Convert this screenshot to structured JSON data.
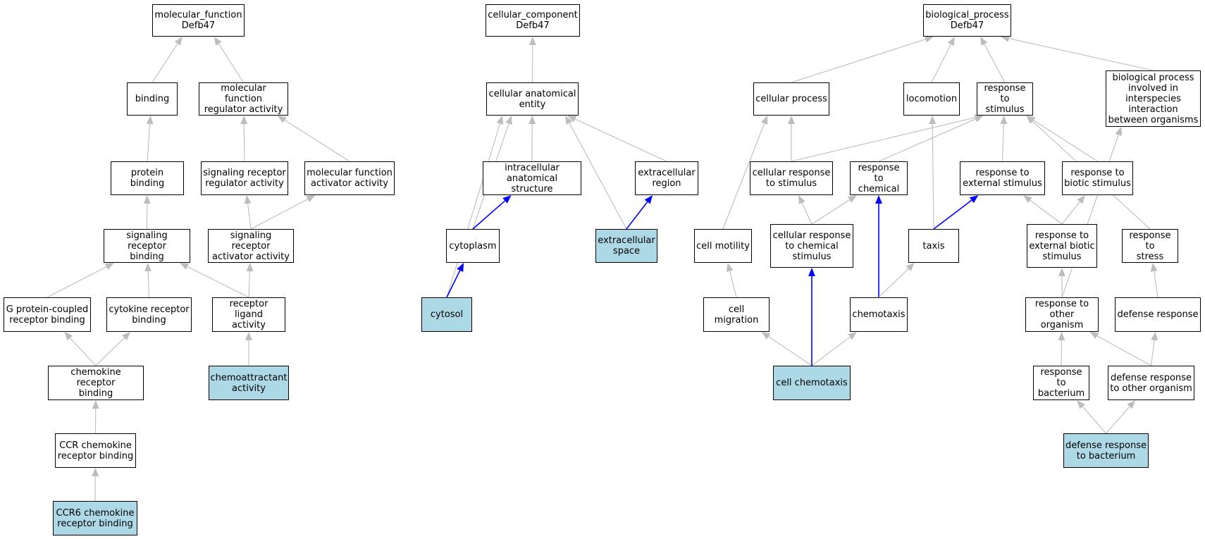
{
  "colors": {
    "highlight_fill": "#add8e6",
    "edge_gray": "#bdbdbd",
    "edge_blue": "#0000ff",
    "border": "#000000"
  },
  "nodes": {
    "mf_root": "molecular_function\nDefb47",
    "binding": "binding",
    "mf_regulator": "molecular function\nregulator activity",
    "protein_binding": "protein binding",
    "sig_rec_regulator": "signaling receptor\nregulator activity",
    "mf_activator": "molecular function\nactivator activity",
    "sig_rec_binding": "signaling receptor\nbinding",
    "sig_rec_activator": "signaling receptor\nactivator activity",
    "gpcr_binding": "G protein-coupled\nreceptor binding",
    "cytokine_rec_binding": "cytokine receptor\nbinding",
    "receptor_ligand": "receptor ligand\nactivity",
    "chemokine_rec_binding": "chemokine receptor\nbinding",
    "chemoattractant": "chemoattractant\nactivity",
    "ccr_binding": "CCR chemokine\nreceptor binding",
    "ccr6_binding": "CCR6 chemokine\nreceptor binding",
    "cc_root": "cellular_component\nDefb47",
    "cae": "cellular anatomical\nentity",
    "intracellular": "intracellular\nanatomical structure",
    "extracellular_region": "extracellular\nregion",
    "cytoplasm": "cytoplasm",
    "extracellular_space": "extracellular\nspace",
    "cytosol": "cytosol",
    "bp_root": "biological_process\nDefb47",
    "cellular_process": "cellular process",
    "locomotion": "locomotion",
    "response_stimulus": "response to\nstimulus",
    "bp_interspecies": "biological process\ninvolved in\ninterspecies\ninteraction\nbetween organisms",
    "cell_resp_stimulus": "cellular response\nto stimulus",
    "resp_chemical": "response to\nchemical",
    "resp_external": "response to\nexternal stimulus",
    "resp_biotic": "response to\nbiotic stimulus",
    "cell_motility": "cell motility",
    "cell_resp_chemical": "cellular response\nto chemical\nstimulus",
    "taxis": "taxis",
    "resp_ext_biotic": "response to\nexternal biotic\nstimulus",
    "resp_stress": "response to\nstress",
    "cell_migration": "cell migration",
    "chemotaxis": "chemotaxis",
    "resp_other_org": "response to\nother organism",
    "defense_response": "defense response",
    "cell_chemotaxis": "cell chemotaxis",
    "resp_bacterium": "response to\nbacterium",
    "defense_other_org": "defense response\nto other organism",
    "defense_bacterium": "defense response\nto bacterium"
  },
  "highlighted": [
    "ccr6_binding",
    "chemoattractant",
    "cytosol",
    "extracellular_space",
    "cell_chemotaxis",
    "defense_bacterium"
  ],
  "edges": [
    {
      "from": "binding",
      "to": "mf_root",
      "color": "gray"
    },
    {
      "from": "mf_regulator",
      "to": "mf_root",
      "color": "gray"
    },
    {
      "from": "protein_binding",
      "to": "binding",
      "color": "gray"
    },
    {
      "from": "sig_rec_regulator",
      "to": "mf_regulator",
      "color": "gray"
    },
    {
      "from": "mf_activator",
      "to": "mf_regulator",
      "color": "gray"
    },
    {
      "from": "sig_rec_binding",
      "to": "protein_binding",
      "color": "gray"
    },
    {
      "from": "sig_rec_activator",
      "to": "sig_rec_regulator",
      "color": "gray"
    },
    {
      "from": "sig_rec_activator",
      "to": "mf_activator",
      "color": "gray"
    },
    {
      "from": "gpcr_binding",
      "to": "sig_rec_binding",
      "color": "gray"
    },
    {
      "from": "cytokine_rec_binding",
      "to": "sig_rec_binding",
      "color": "gray"
    },
    {
      "from": "receptor_ligand",
      "to": "sig_rec_binding",
      "color": "gray"
    },
    {
      "from": "receptor_ligand",
      "to": "sig_rec_activator",
      "color": "gray"
    },
    {
      "from": "chemokine_rec_binding",
      "to": "gpcr_binding",
      "color": "gray"
    },
    {
      "from": "chemokine_rec_binding",
      "to": "cytokine_rec_binding",
      "color": "gray"
    },
    {
      "from": "chemoattractant",
      "to": "receptor_ligand",
      "color": "gray"
    },
    {
      "from": "ccr_binding",
      "to": "chemokine_rec_binding",
      "color": "gray"
    },
    {
      "from": "ccr6_binding",
      "to": "ccr_binding",
      "color": "gray"
    },
    {
      "from": "cae",
      "to": "cc_root",
      "color": "gray"
    },
    {
      "from": "intracellular",
      "to": "cae",
      "color": "gray"
    },
    {
      "from": "extracellular_region",
      "to": "cae",
      "color": "gray"
    },
    {
      "from": "cytoplasm",
      "to": "cae",
      "color": "gray"
    },
    {
      "from": "extracellular_space",
      "to": "cae",
      "color": "gray"
    },
    {
      "from": "cytosol",
      "to": "cae",
      "color": "gray"
    },
    {
      "from": "cytoplasm",
      "to": "intracellular",
      "color": "blue"
    },
    {
      "from": "extracellular_space",
      "to": "extracellular_region",
      "color": "blue"
    },
    {
      "from": "cytosol",
      "to": "cytoplasm",
      "color": "blue"
    },
    {
      "from": "cellular_process",
      "to": "bp_root",
      "color": "gray"
    },
    {
      "from": "locomotion",
      "to": "bp_root",
      "color": "gray"
    },
    {
      "from": "response_stimulus",
      "to": "bp_root",
      "color": "gray"
    },
    {
      "from": "bp_interspecies",
      "to": "bp_root",
      "color": "gray"
    },
    {
      "from": "cell_resp_stimulus",
      "to": "cellular_process",
      "color": "gray"
    },
    {
      "from": "cell_motility",
      "to": "cellular_process",
      "color": "gray"
    },
    {
      "from": "cell_resp_stimulus",
      "to": "response_stimulus",
      "color": "gray"
    },
    {
      "from": "resp_chemical",
      "to": "response_stimulus",
      "color": "gray"
    },
    {
      "from": "resp_external",
      "to": "response_stimulus",
      "color": "gray"
    },
    {
      "from": "resp_biotic",
      "to": "response_stimulus",
      "color": "gray"
    },
    {
      "from": "resp_stress",
      "to": "response_stimulus",
      "color": "gray"
    },
    {
      "from": "taxis",
      "to": "locomotion",
      "color": "gray"
    },
    {
      "from": "cell_resp_chemical",
      "to": "cell_resp_stimulus",
      "color": "gray"
    },
    {
      "from": "cell_resp_chemical",
      "to": "resp_chemical",
      "color": "gray"
    },
    {
      "from": "taxis",
      "to": "resp_external",
      "color": "blue"
    },
    {
      "from": "resp_ext_biotic",
      "to": "resp_external",
      "color": "gray"
    },
    {
      "from": "resp_ext_biotic",
      "to": "resp_biotic",
      "color": "gray"
    },
    {
      "from": "cell_migration",
      "to": "cell_motility",
      "color": "gray"
    },
    {
      "from": "chemotaxis",
      "to": "resp_chemical",
      "color": "blue"
    },
    {
      "from": "chemotaxis",
      "to": "taxis",
      "color": "gray"
    },
    {
      "from": "resp_other_org",
      "to": "resp_ext_biotic",
      "color": "gray"
    },
    {
      "from": "resp_other_org",
      "to": "bp_interspecies",
      "color": "gray"
    },
    {
      "from": "defense_response",
      "to": "resp_stress",
      "color": "gray"
    },
    {
      "from": "cell_chemotaxis",
      "to": "cell_migration",
      "color": "gray"
    },
    {
      "from": "cell_chemotaxis",
      "to": "chemotaxis",
      "color": "gray"
    },
    {
      "from": "cell_chemotaxis",
      "to": "cell_resp_chemical",
      "color": "blue"
    },
    {
      "from": "resp_bacterium",
      "to": "resp_other_org",
      "color": "gray"
    },
    {
      "from": "defense_other_org",
      "to": "resp_other_org",
      "color": "gray"
    },
    {
      "from": "defense_other_org",
      "to": "defense_response",
      "color": "gray"
    },
    {
      "from": "defense_bacterium",
      "to": "resp_bacterium",
      "color": "gray"
    },
    {
      "from": "defense_bacterium",
      "to": "defense_other_org",
      "color": "gray"
    }
  ]
}
